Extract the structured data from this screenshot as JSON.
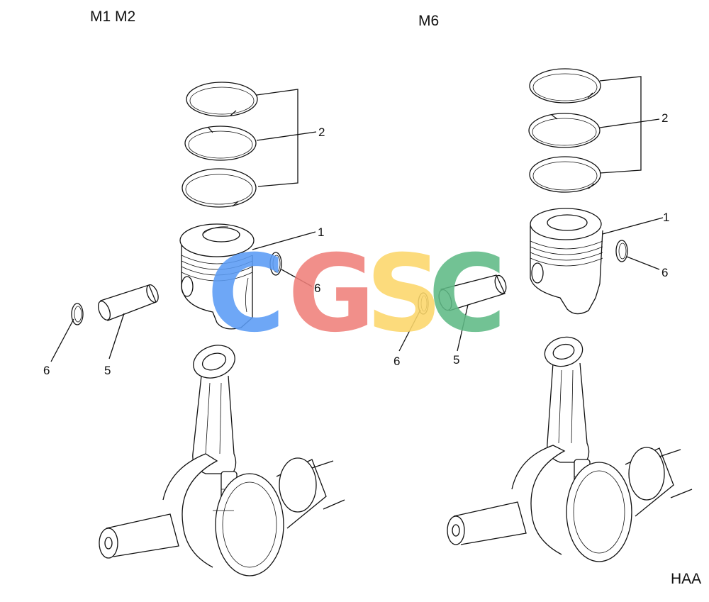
{
  "titles": {
    "left": "M1 M2",
    "right": "M6"
  },
  "corner_code": "HAA",
  "left_assembly": {
    "callouts": {
      "rings": "2",
      "piston": "1",
      "clip_right": "6",
      "clip_left": "6",
      "pin": "5"
    }
  },
  "right_assembly": {
    "callouts": {
      "rings": "2",
      "piston": "1",
      "clip_right": "6",
      "clip_left": "6",
      "pin": "5"
    }
  },
  "watermark": {
    "letters": [
      {
        "char": "C",
        "color": "#5b9cf5"
      },
      {
        "char": "G",
        "color": "#f0807a"
      },
      {
        "char": "S",
        "color": "#fcd76a"
      },
      {
        "char": "C",
        "color": "#5fba86"
      }
    ]
  }
}
